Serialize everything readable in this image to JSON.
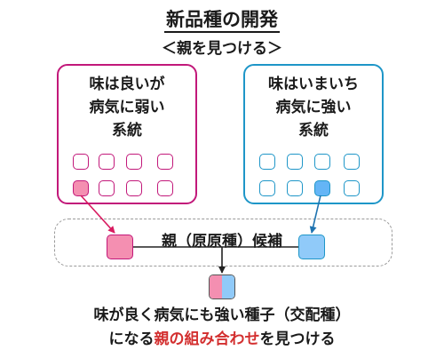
{
  "title": "新品種の開発",
  "subtitle": "＜親を見つける＞",
  "strain_left": {
    "line1": "味は良いが",
    "line2": "病気に弱い",
    "line3": "系統",
    "color": "#c2187a",
    "fill": "#f48fb1"
  },
  "strain_right": {
    "line1": "味はいまいち",
    "line2": "病気に強い",
    "line3": "系統",
    "color": "#1e96c8",
    "fill": "#64b5f6"
  },
  "candidate_label": "親（原原種）候補",
  "conclusion": {
    "line1": "味が良く病気にも強い種子（交配種）",
    "line2_before": "になる",
    "line2_highlight": "親の組み合わせ",
    "line2_after": "を見つける",
    "highlight_color": "#d32f2f"
  }
}
